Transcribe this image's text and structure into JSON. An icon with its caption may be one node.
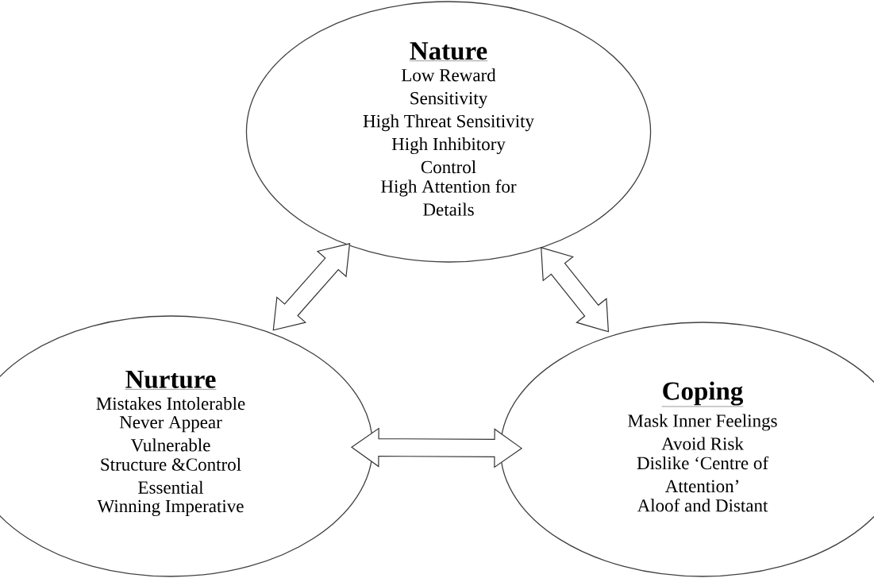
{
  "diagram": {
    "nodes": [
      {
        "text": [
          "Nature",
          "Low Reward Sensitivity",
          "High Threat Sensitivity",
          "High Inhibitory Control",
          "High Attention for Details"
        ]
      },
      {
        "text": [
          "Nurture",
          "Mistakes Intolerable",
          "Never Appear Vulnerable",
          "Structure &Control Essential",
          "Winning Imperative"
        ]
      },
      {
        "text": [
          "Coping",
          "Mask Inner Feelings",
          "Avoid Risk",
          "Dislike ‘Centre of Attention’",
          "Aloof and Distant"
        ]
      }
    ],
    "edges": [
      {
        "from": 0,
        "to": 1,
        "arrow": "both"
      },
      {
        "from": 0,
        "to": 2,
        "arrow": "both"
      },
      {
        "from": 1,
        "to": 2,
        "arrow": "both"
      }
    ]
  }
}
